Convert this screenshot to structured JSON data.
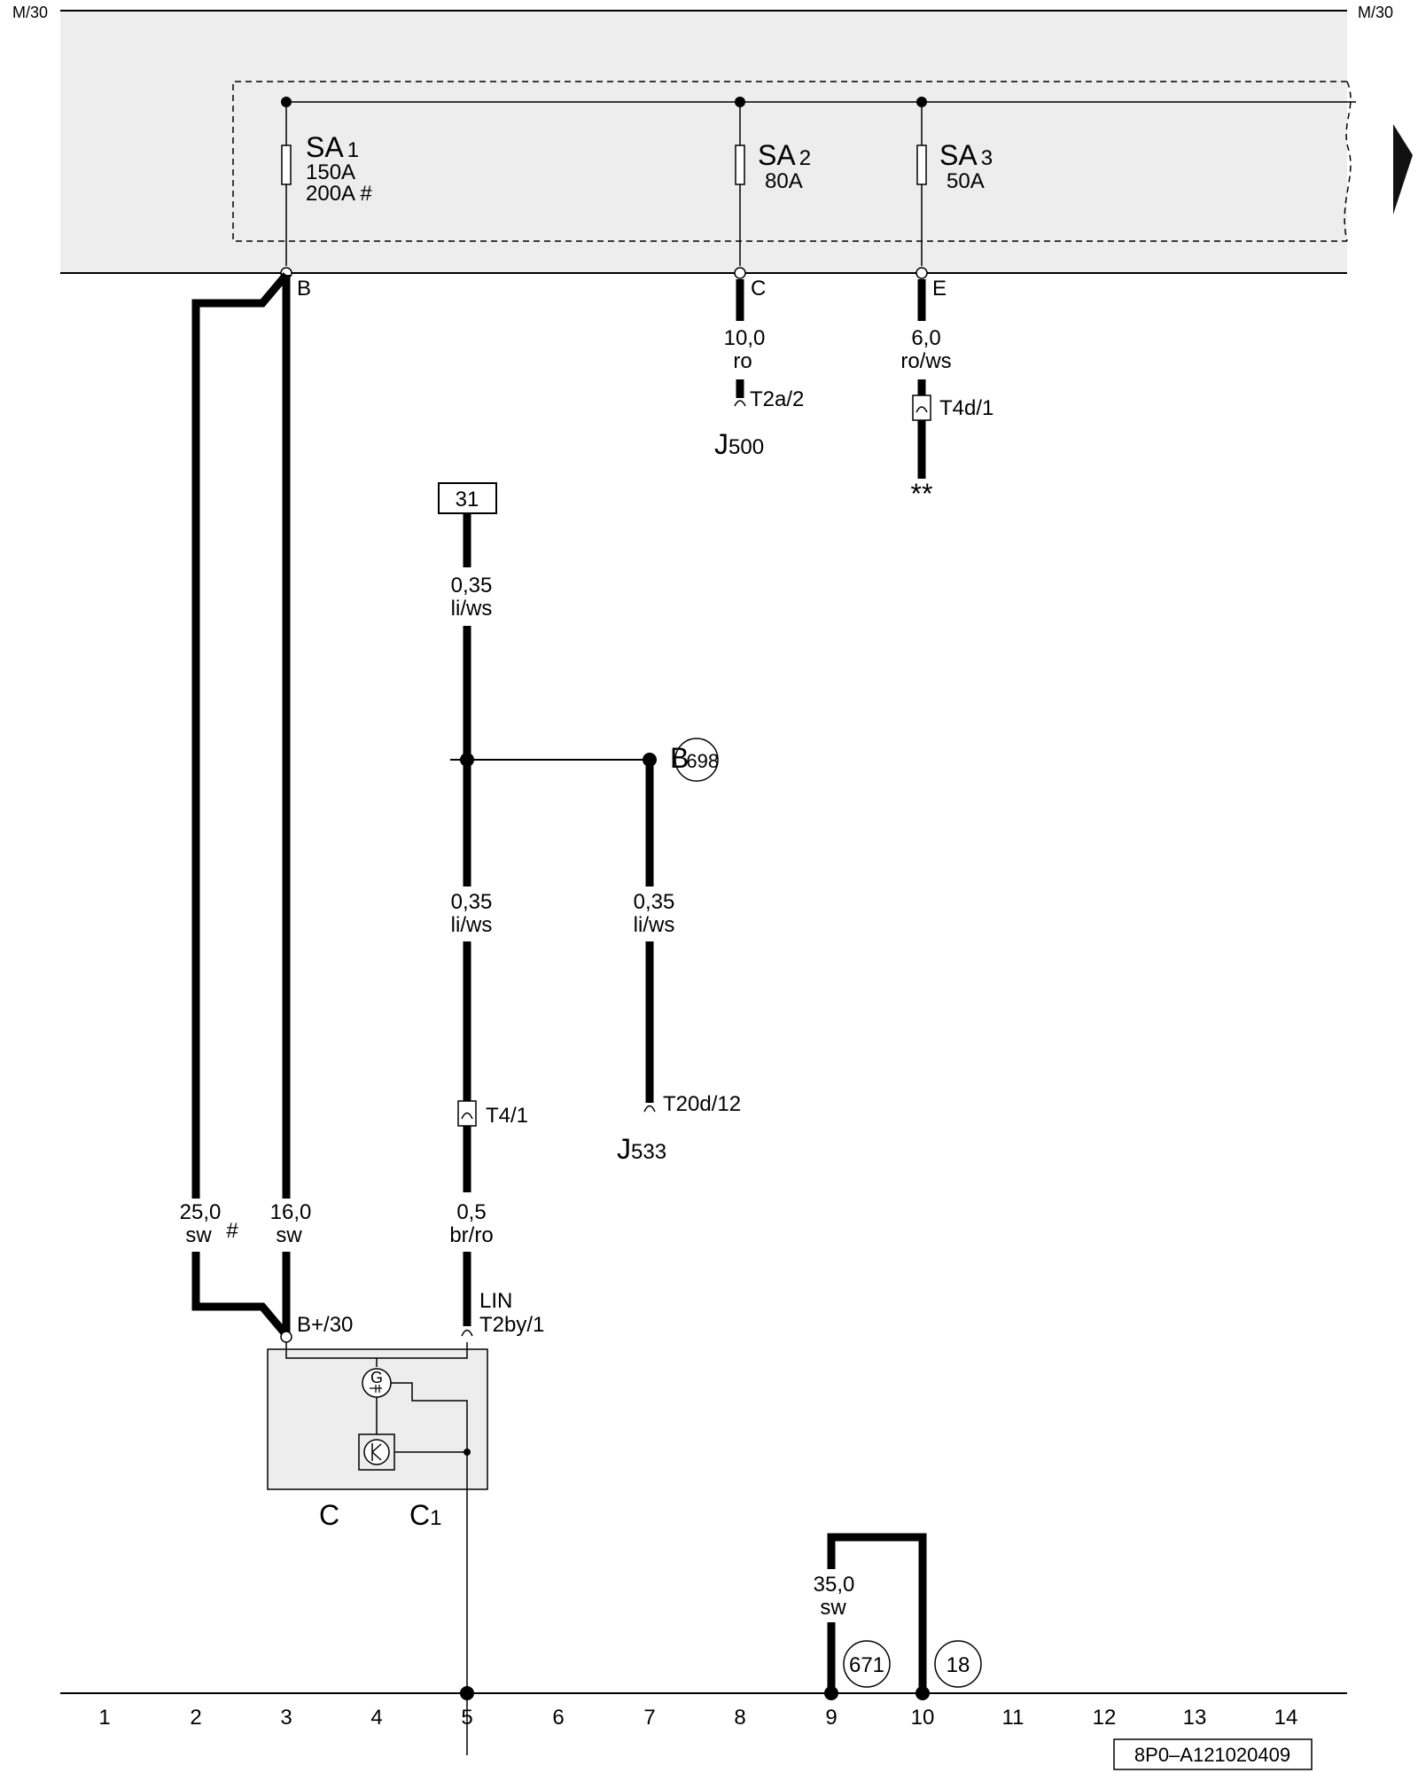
{
  "header": {
    "left_label": "M/30",
    "right_label": "M/30"
  },
  "fuses": [
    {
      "name": "SA",
      "num": "1",
      "ratings": [
        "150A",
        "200A #"
      ],
      "terminal": "B"
    },
    {
      "name": "SA",
      "num": "2",
      "ratings": [
        "80A"
      ],
      "terminal": "C"
    },
    {
      "name": "SA",
      "num": "3",
      "ratings": [
        "50A"
      ],
      "terminal": "E"
    }
  ],
  "wires": {
    "c_wire": {
      "size": "10,0",
      "color": "ro",
      "connector": "T2a/2"
    },
    "e_wire": {
      "size": "6,0",
      "color": "ro/ws",
      "connector": "T4d/1",
      "note": "**"
    },
    "ground_ref": "31",
    "ground_top": {
      "size": "0,35",
      "color": "li/ws"
    },
    "ground_mid": {
      "size": "0,35",
      "color": "li/ws"
    },
    "branch": {
      "size": "0,35",
      "color": "li/ws",
      "connector": "T20d/12"
    },
    "t4_connector": "T4/1",
    "lin_wire": {
      "size": "0,5",
      "color": "br/ro"
    },
    "lin_label": "LIN",
    "lin_connector": "T2by/1",
    "batt_alt": {
      "size": "25,0",
      "color": "sw",
      "mark": "#"
    },
    "batt_main": {
      "size": "16,0",
      "color": "sw"
    },
    "b_plus": "B+/30",
    "ground_strap": {
      "size": "35,0",
      "color": "sw"
    }
  },
  "components": {
    "j500": {
      "letter": "J",
      "num": "500"
    },
    "j533": {
      "letter": "J",
      "num": "533"
    },
    "b698": {
      "letter": "B",
      "num": "698"
    },
    "alternator": {
      "c": "C",
      "c1_letter": "C",
      "c1_num": "1",
      "g_symbol": "G"
    }
  },
  "ground_points": [
    "671",
    "18"
  ],
  "grid_numbers": [
    "1",
    "2",
    "3",
    "4",
    "5",
    "6",
    "7",
    "8",
    "9",
    "10",
    "11",
    "12",
    "13",
    "14"
  ],
  "footer_code": "8P0–A121020409"
}
